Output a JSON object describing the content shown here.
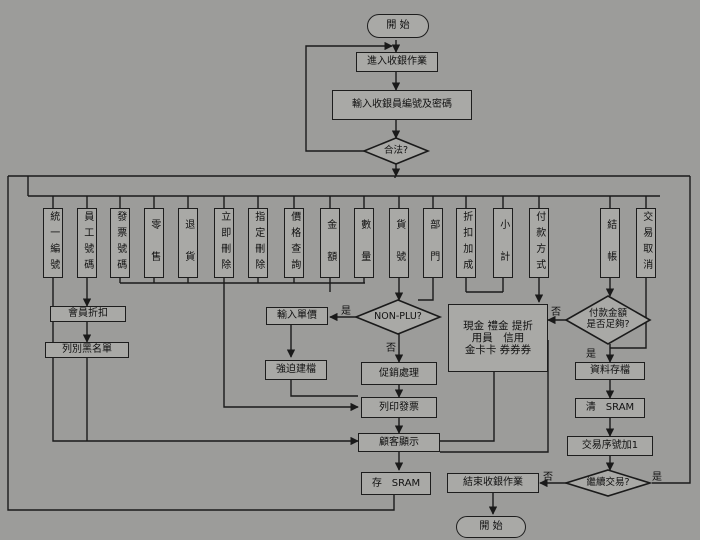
{
  "flowchart": {
    "start": "開 始",
    "end": "開 始",
    "steps": {
      "enter_cashier": "進入收銀作業",
      "input_id": "輸入收銀員編號及密碼",
      "legal": "合法?",
      "discount_member": "會員折扣",
      "print_blacklist": "列別黑名單",
      "input_unit_price": "輸入單價",
      "reinforce_file": "強迫建檔",
      "non_plu": "NON-PLU?",
      "promo": "促銷處理",
      "print_invoice": "列印發票",
      "customer_display": "顧客顯示",
      "save_sram": "存　SRAM",
      "payment": "現金 禮金 提折\n用員　信用\n金卡卡 券券券",
      "payment_enough": "付款金額\n是否足夠?",
      "data_save": "資料存檔",
      "clear_sram": "清　SRAM",
      "txn_seq": "交易序號加1",
      "continue_txn": "繼續交易?",
      "end_cashier": "結束收銀作業"
    },
    "columns": [
      "統一編號",
      "員工號碼",
      "發票號碼",
      "零　售",
      "退　貨",
      "立即刪除",
      "指定刪除",
      "價格查詢",
      "金　額",
      "數　量",
      "貨　號",
      "部　門",
      "折扣加成",
      "小　計",
      "付款方式",
      "結　帳",
      "交易取消"
    ],
    "labels": {
      "yes_nonplu": "是",
      "no_nonplu": "否",
      "no_payment": "否",
      "yes_payment": "是",
      "no_continue": "否",
      "yes_continue": "是"
    }
  }
}
